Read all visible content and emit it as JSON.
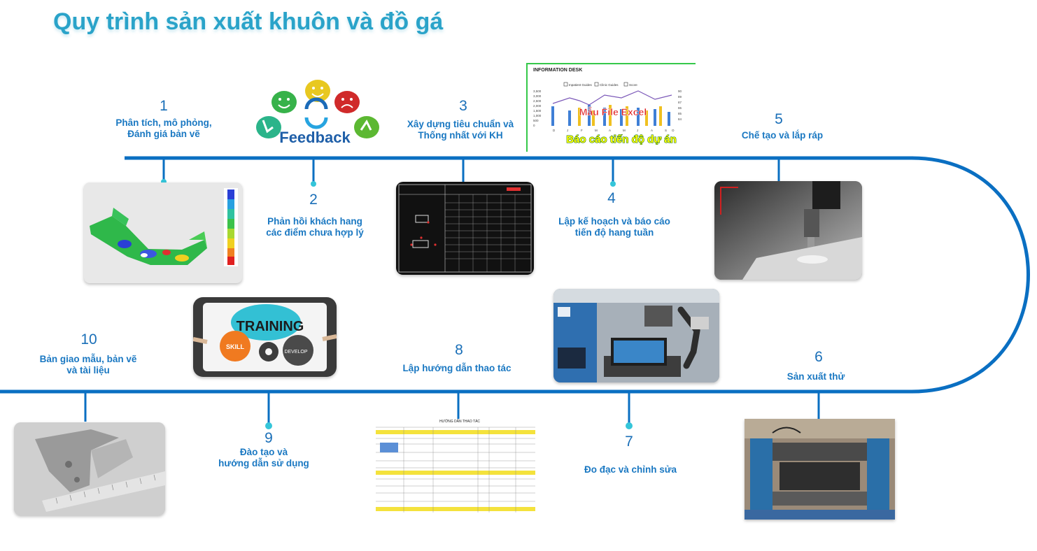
{
  "title": "Quy trình sản xuất khuôn và đồ gá",
  "steps": [
    {
      "number": "1",
      "label_line1": "Phân tích, mô phỏng,",
      "label_line2": "Đánh giá bản vẽ"
    },
    {
      "number": "2",
      "label_line1": "Phản hồi khách hang",
      "label_line2": "các điểm chưa hợp lý"
    },
    {
      "number": "3",
      "label_line1": "Xây dựng tiêu chuẩn và",
      "label_line2": "Thống nhất với KH"
    },
    {
      "number": "4",
      "label_line1": "Lập kế hoạch và báo cáo",
      "label_line2": "tiến độ hang tuần"
    },
    {
      "number": "5",
      "label_line1": "Chế tạo và lắp ráp",
      "label_line2": ""
    },
    {
      "number": "6",
      "label_line1": "Sản xuất thử",
      "label_line2": ""
    },
    {
      "number": "7",
      "label_line1": "Đo đạc và chỉnh sửa",
      "label_line2": ""
    },
    {
      "number": "8",
      "label_line1": "Lập hướng dẫn thao tác",
      "label_line2": ""
    },
    {
      "number": "9",
      "label_line1": "Đào tạo và",
      "label_line2": "hướng dẫn sử dụng"
    },
    {
      "number": "10",
      "label_line1": "Bản giao mẫu, bản vẽ",
      "label_line2": "và tài liệu"
    }
  ],
  "images": {
    "feedback_word": "Feedback",
    "excel_header": "INFORMATION DESK",
    "excel_legend": [
      "Inpatient Guides",
      "Clinic Guides",
      "Score"
    ],
    "excel_title": "Mẫu File Excel",
    "excel_caption": "Báo cáo tiến độ dự án",
    "training_word": "TRAINING",
    "skill_word": "SKILL",
    "develop_word": "DEVELOP",
    "instruction_title": "HƯỚNG DẪN THAO TÁC"
  },
  "colors": {
    "line": "#0a6fc2",
    "number": "#1a6fb8",
    "label": "#1a78c2",
    "title": "#2aa3c9",
    "dot": "#35c5d9"
  }
}
